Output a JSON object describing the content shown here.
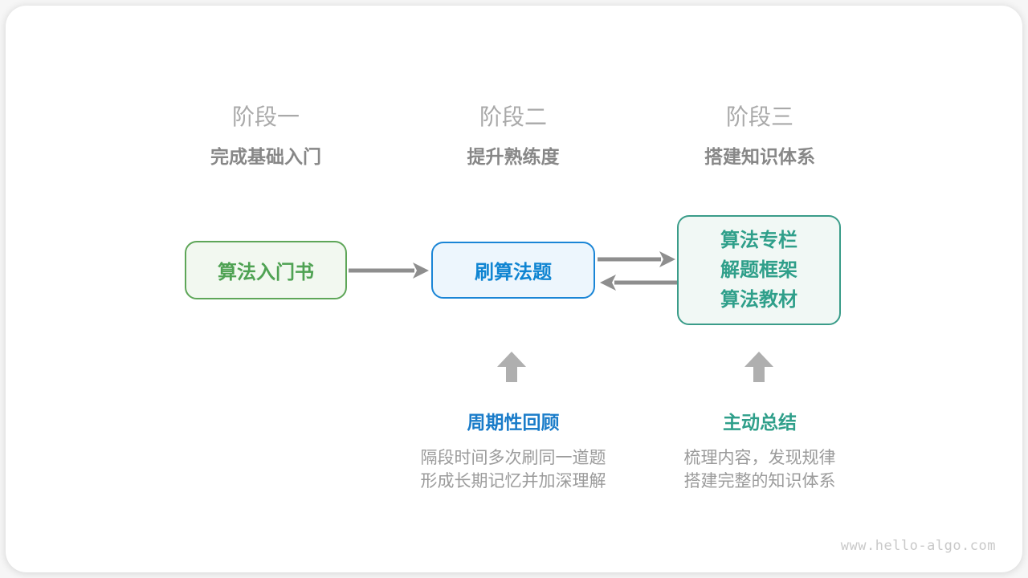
{
  "stages": [
    {
      "id": "stage-1",
      "title": "阶段一",
      "subtitle": "完成基础入门"
    },
    {
      "id": "stage-2",
      "title": "阶段二",
      "subtitle": "提升熟练度"
    },
    {
      "id": "stage-3",
      "title": "阶段三",
      "subtitle": "搭建知识体系"
    }
  ],
  "boxes": [
    {
      "id": "intro-book",
      "lines": [
        "算法入门书"
      ],
      "border_color": "#5ea658",
      "fill_color": "#f2f8f0",
      "text_color": "#4fa253"
    },
    {
      "id": "practice-problems",
      "lines": [
        "刷算法题"
      ],
      "border_color": "#1a85d6",
      "fill_color": "#edf6fd",
      "text_color": "#1085d2"
    },
    {
      "id": "resources",
      "lines": [
        "算法专栏",
        "解题框架",
        "算法教材"
      ],
      "border_color": "#3a9c89",
      "fill_color": "#f1f8f5",
      "text_color": "#2f9f8a"
    }
  ],
  "annotations": [
    {
      "id": "periodic-review",
      "title": "周期性回顾",
      "title_color": "#1a7cc9",
      "desc_line1": "隔段时间多次刷同一道题",
      "desc_line2": "形成长期记忆并加深理解"
    },
    {
      "id": "active-summary",
      "title": "主动总结",
      "title_color": "#2f9f8a",
      "desc_line1": "梳理内容，发现规律",
      "desc_line2": "搭建完整的知识体系"
    }
  ],
  "arrows": {
    "connector_color": "#8e8e8e",
    "up_arrow_color": "#afafaf"
  },
  "watermark": "www.hello-algo.com"
}
